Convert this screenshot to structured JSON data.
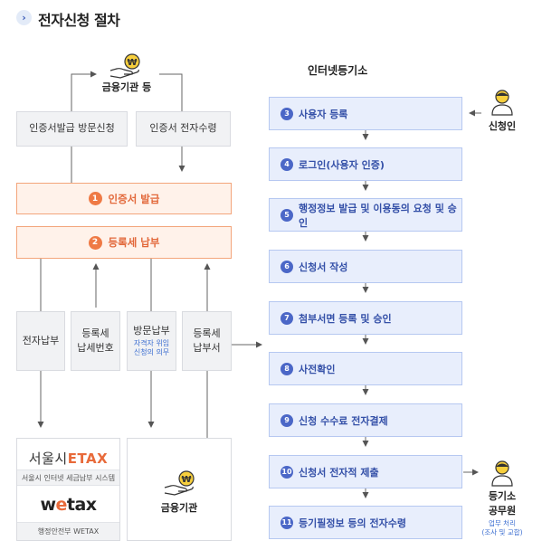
{
  "header": {
    "icon": "chevron-right-icon",
    "title": "전자신청 절차"
  },
  "left": {
    "top_bank_label": "금융기관 등",
    "visit_apply": "인증서발급 방문신청",
    "e_receive": "인증서 전자수령",
    "orange_steps": [
      {
        "num": "1",
        "label": "인증서 발급"
      },
      {
        "num": "2",
        "label": "등록세 납부"
      }
    ],
    "pay_boxes": [
      {
        "lines": [
          "전자납부"
        ],
        "sub": []
      },
      {
        "lines": [
          "등록세",
          "납세번호"
        ],
        "sub": []
      },
      {
        "lines": [
          "방문납부"
        ],
        "sub": [
          "자격자 위임",
          "신청의 의무"
        ]
      },
      {
        "lines": [
          "등록세",
          "납부서"
        ],
        "sub": []
      }
    ],
    "etax_brand": "서울시",
    "etax_brand_accent": "ETAX",
    "etax_caption": "서울시 인터넷 세금납부 시스템",
    "wetax_prefix": "w",
    "wetax_accent": "e",
    "wetax_suffix": "tax",
    "wetax_caption": "행정안전부 WETAX",
    "bottom_bank_label": "금융기관"
  },
  "right": {
    "title": "인터넷등기소",
    "steps": [
      {
        "num": "3",
        "label": "사용자 등록"
      },
      {
        "num": "4",
        "label": "로그인(사용자 인증)"
      },
      {
        "num": "5",
        "label": "행정정보 발급 및 이용동의 요청 및 승인"
      },
      {
        "num": "6",
        "label": "신청서 작성"
      },
      {
        "num": "7",
        "label": "첨부서면 등록 및 승인"
      },
      {
        "num": "8",
        "label": "사전확인"
      },
      {
        "num": "9",
        "label": "신청 수수료 전자결제"
      },
      {
        "num": "10",
        "label": "신청서 전자적 제출"
      },
      {
        "num": "11",
        "label": "등기필정보 등의 전자수령"
      }
    ],
    "applicant_label": "신청인",
    "official_label_1": "등기소",
    "official_label_2": "공무원",
    "official_note_1": "업무 처리",
    "official_note_2": "(조사 및 교합)"
  },
  "colors": {
    "orange": "#ef7a45",
    "blue": "#4b67c7",
    "gold": "#f2c230"
  }
}
